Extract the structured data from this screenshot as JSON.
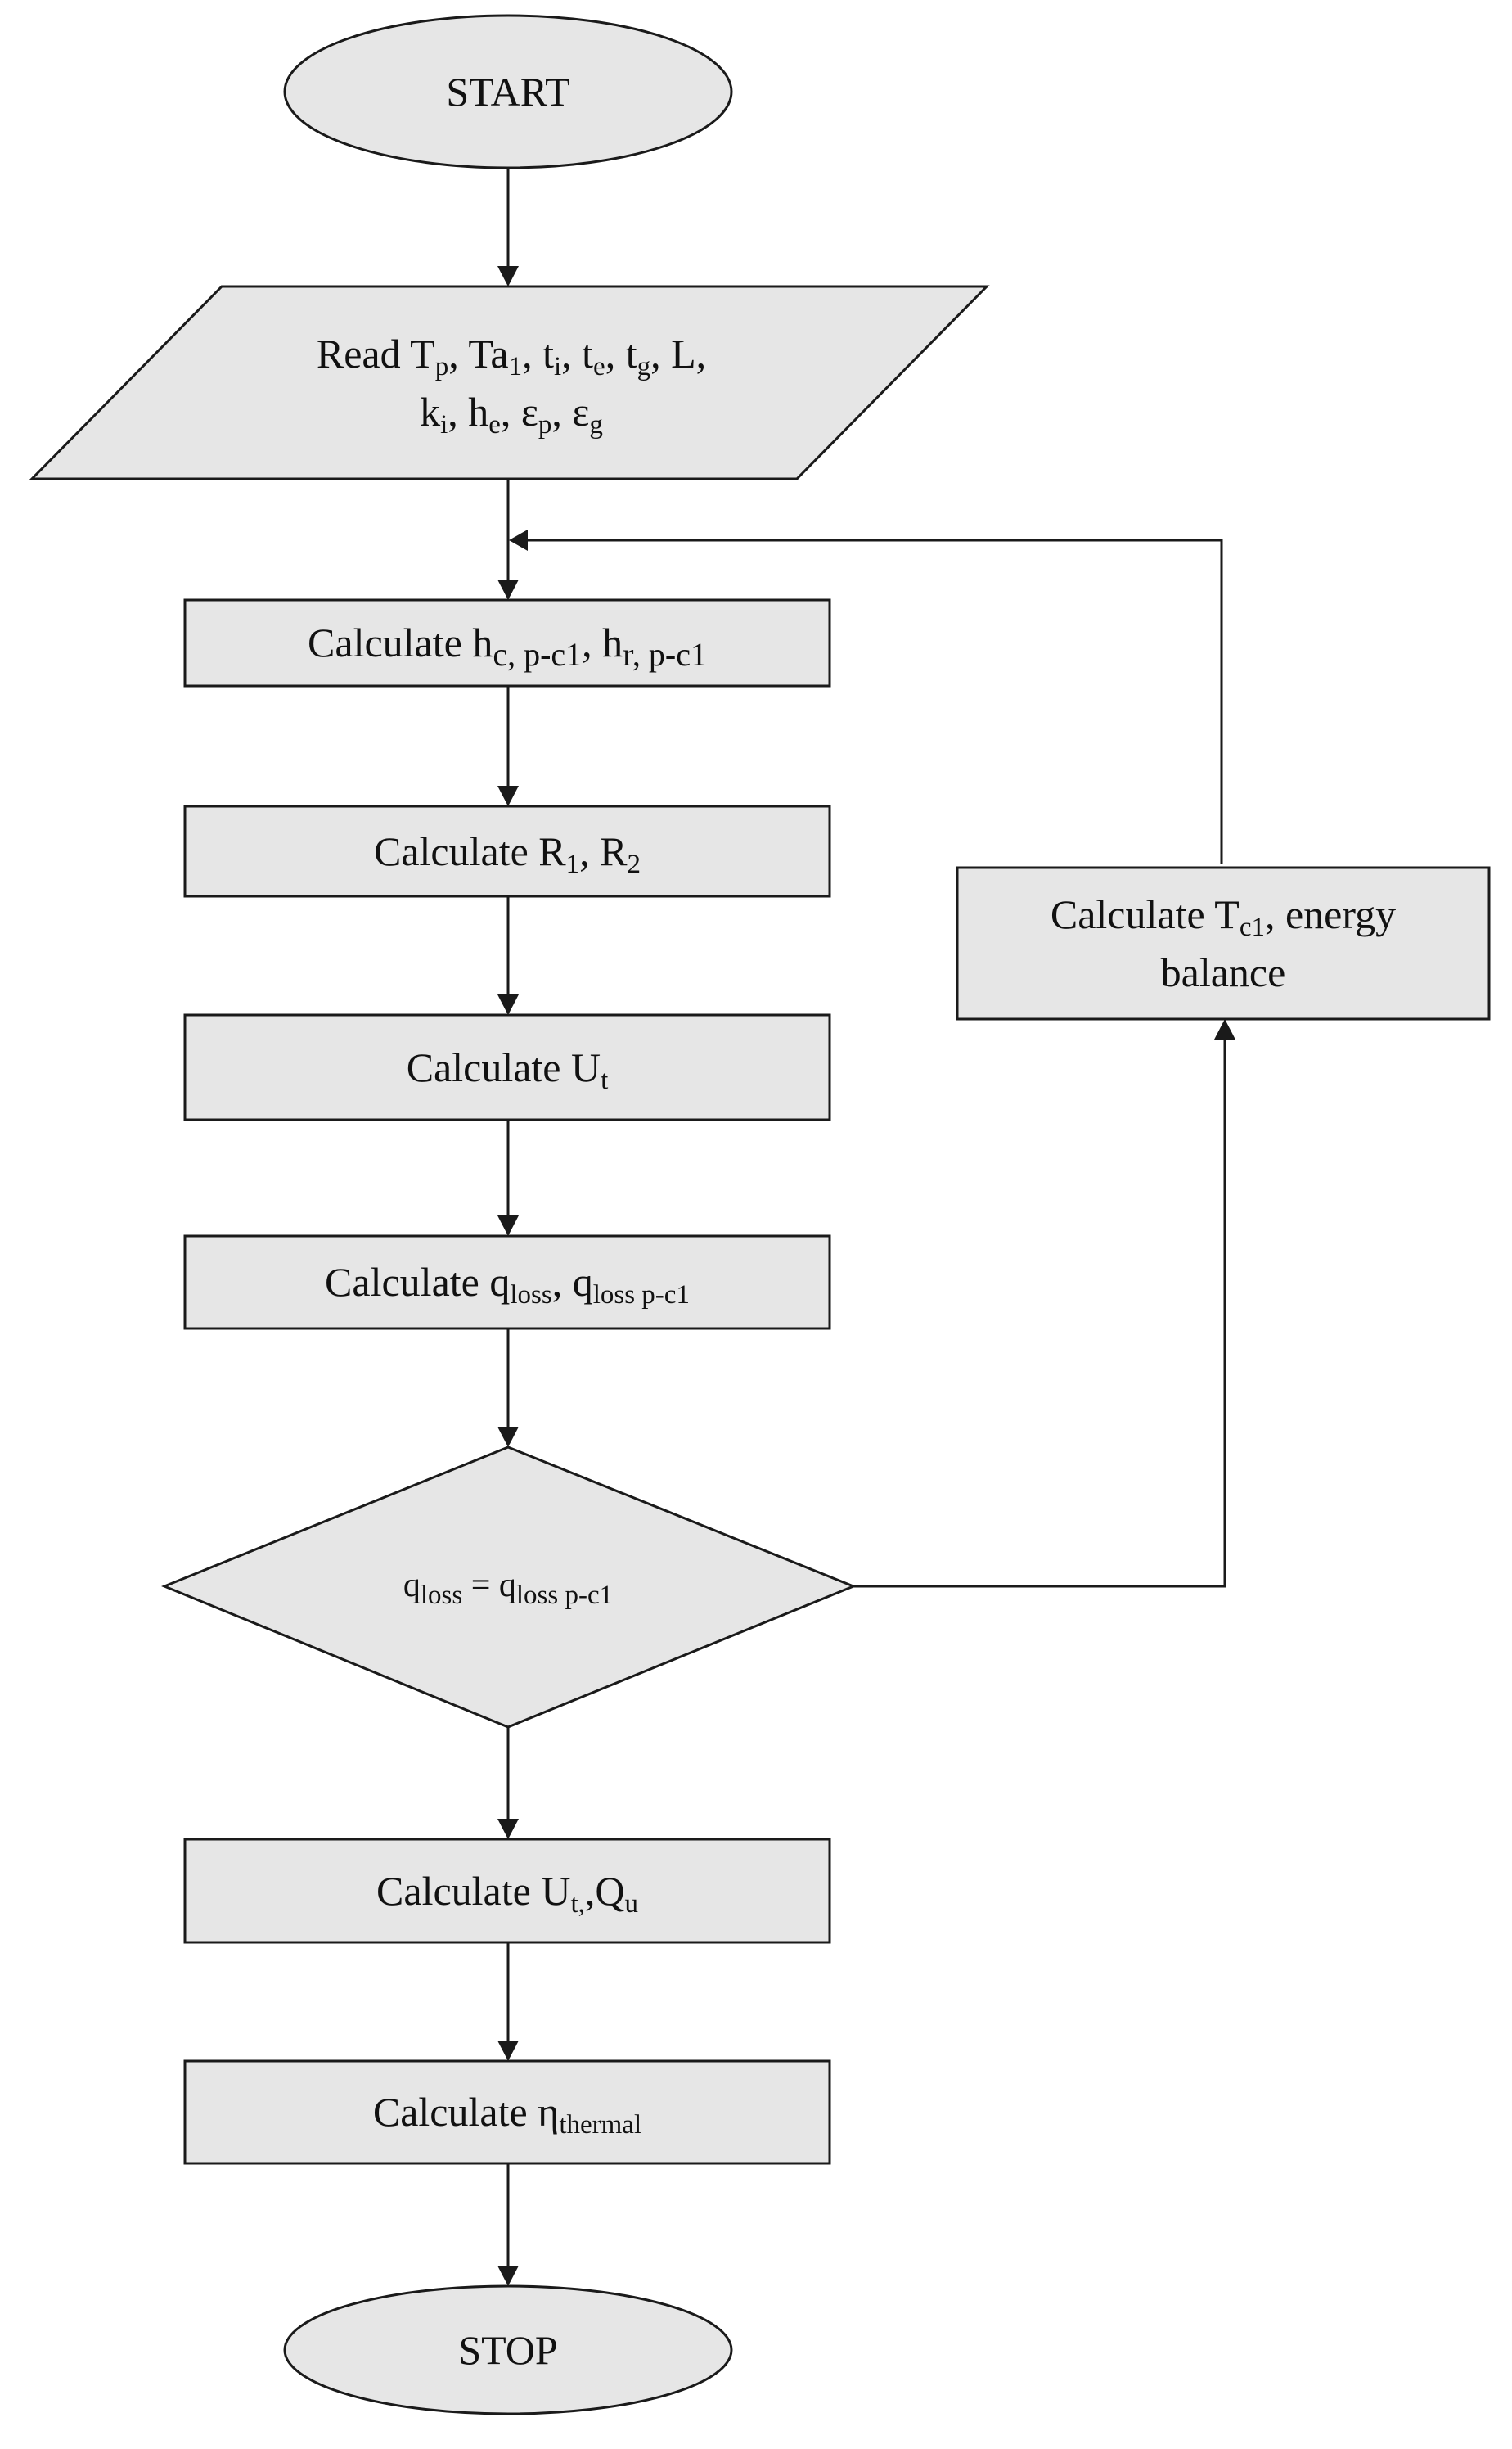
{
  "flowchart": {
    "start": "START",
    "read": {
      "line1": [
        {
          "text": "Read T"
        },
        {
          "sub": "p"
        },
        {
          "text": ", Ta"
        },
        {
          "sub": "1"
        },
        {
          "text": ", t"
        },
        {
          "sub": "i"
        },
        {
          "text": ", t"
        },
        {
          "sub": "e"
        },
        {
          "text": ", t"
        },
        {
          "sub": "g"
        },
        {
          "text": ", L,"
        }
      ],
      "line2": [
        {
          "text": "k"
        },
        {
          "sub": "i"
        },
        {
          "text": ", h"
        },
        {
          "sub": "e"
        },
        {
          "text": ", ε"
        },
        {
          "sub": "p"
        },
        {
          "text": ", ε"
        },
        {
          "sub": "g"
        }
      ]
    },
    "calc_h": [
      {
        "text": "Calculate h"
      },
      {
        "sub": "c, p-c1"
      },
      {
        "text": ", h"
      },
      {
        "sub": "r, p-c1"
      }
    ],
    "calc_r": [
      {
        "text": "Calculate R"
      },
      {
        "sub": "1"
      },
      {
        "text": ", R"
      },
      {
        "sub": "2"
      }
    ],
    "calc_ut": [
      {
        "text": "Calculate U"
      },
      {
        "sub": "t"
      }
    ],
    "calc_qloss": [
      {
        "text": "Calculate q"
      },
      {
        "sub": "loss"
      },
      {
        "text": ", q"
      },
      {
        "sub": "loss p-c1"
      }
    ],
    "decision": [
      {
        "text": "q"
      },
      {
        "sub": "loss"
      },
      {
        "text": " = q"
      },
      {
        "sub": "loss p-c1"
      }
    ],
    "calc_ut_qu": [
      {
        "text": "Calculate U"
      },
      {
        "sub": "t,"
      },
      {
        "text": ",Q"
      },
      {
        "sub": "u"
      }
    ],
    "calc_eta": [
      {
        "text": "Calculate η"
      },
      {
        "sub": "thermal"
      }
    ],
    "calc_tc1": {
      "line1": [
        {
          "text": "Calculate T"
        },
        {
          "sub": "c1"
        },
        {
          "text": ", energy"
        }
      ],
      "line2": [
        {
          "text": "balance"
        }
      ]
    },
    "stop": "STOP"
  }
}
